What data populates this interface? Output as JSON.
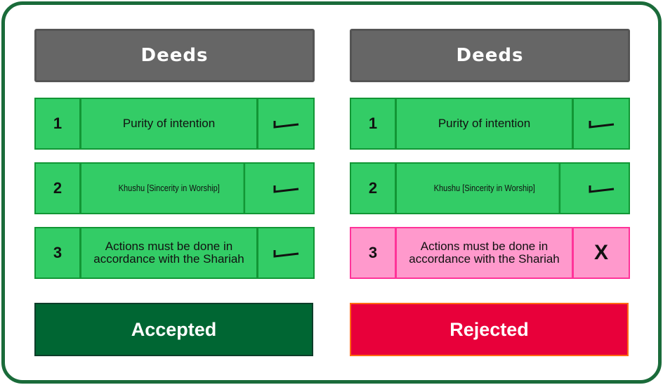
{
  "panels": [
    {
      "header": "Deeds",
      "rows": [
        {
          "num": "1",
          "text": "Purity of intention",
          "mark": "check-icon",
          "status": "ok"
        },
        {
          "num": "2",
          "text": "Khushu  [Sincerity in Worship]",
          "mark": "check-icon",
          "status": "ok"
        },
        {
          "num": "3",
          "text": "Actions must be done in accordance with the Shariah",
          "mark": "check-icon",
          "status": "ok"
        }
      ],
      "result": "Accepted",
      "result_color": "#006633"
    },
    {
      "header": "Deeds",
      "rows": [
        {
          "num": "1",
          "text": "Purity of intention",
          "mark": "check-icon",
          "status": "ok"
        },
        {
          "num": "2",
          "text": "Khushu  [Sincerity in Worship]",
          "mark": "check-icon",
          "status": "ok"
        },
        {
          "num": "3",
          "text": "Actions must be done in accordance with the Shariah",
          "mark": "X",
          "status": "fail"
        }
      ],
      "result": "Rejected",
      "result_color": "#e8003a"
    }
  ],
  "colors": {
    "frame": "#1a6b3a",
    "ok": "#33cc66",
    "fail": "#ff99cc",
    "header": "#666666"
  }
}
